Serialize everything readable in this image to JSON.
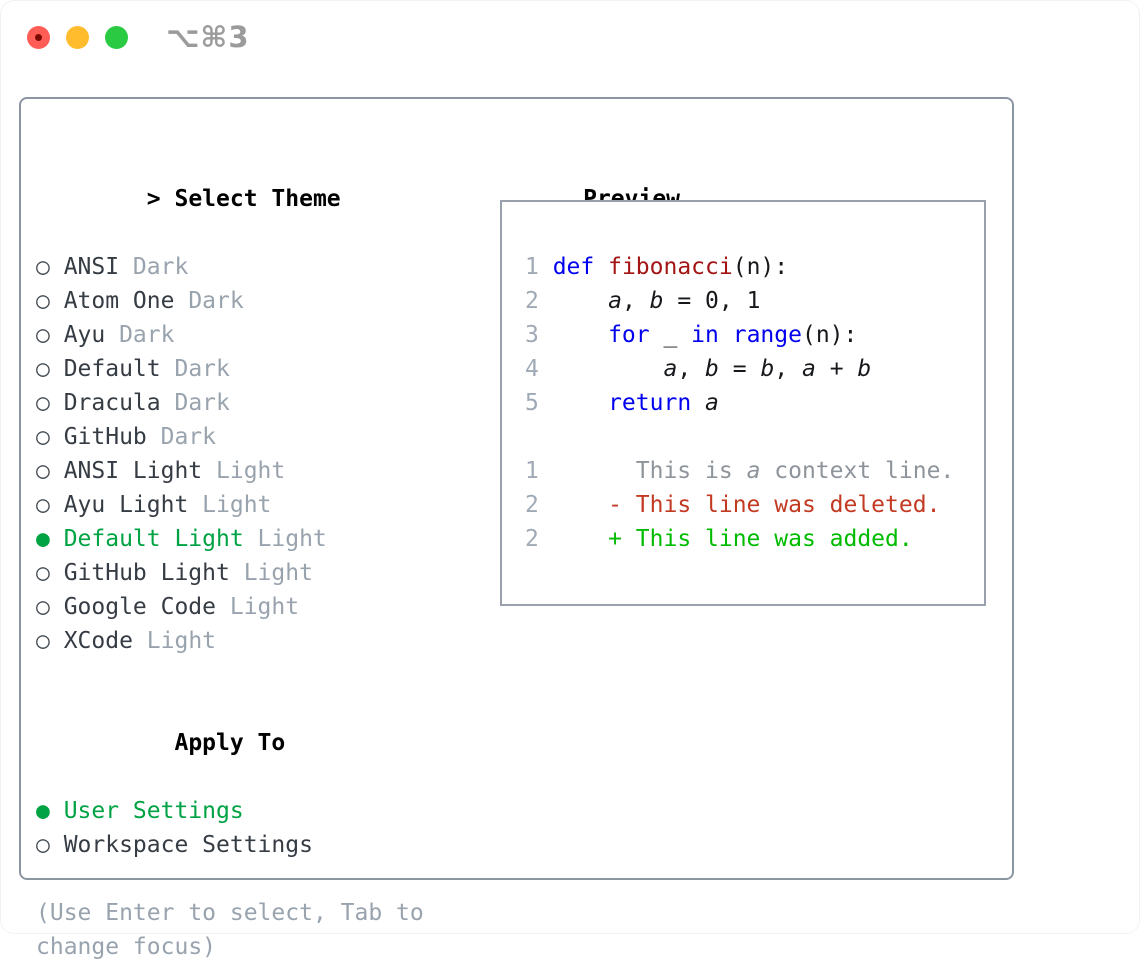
{
  "titlebar": {
    "shortcut": "⌥⌘3"
  },
  "colors": {
    "accent_green": "#00A343",
    "keyword_blue": "#0000EE",
    "function_red": "#A31515",
    "context_gray": "#8E949B",
    "deleted_red": "#C23A22",
    "added_green": "#00BB00",
    "line_number_gray": "#A0AAB6",
    "muted_gray": "#99A3AE",
    "text_dark": "#363C44",
    "border_gray": "#8C96A2",
    "traffic_red": "#FF5D55",
    "traffic_yellow": "#FFBD2E",
    "traffic_green": "#2ACB42"
  },
  "theme_panel": {
    "header": {
      "marker": ">",
      "label": "Select Theme"
    },
    "items": [
      {
        "name": "ANSI",
        "variant": "Dark",
        "selected": false
      },
      {
        "name": "Atom One",
        "variant": "Dark",
        "selected": false
      },
      {
        "name": "Ayu",
        "variant": "Dark",
        "selected": false
      },
      {
        "name": "Default",
        "variant": "Dark",
        "selected": false
      },
      {
        "name": "Dracula",
        "variant": "Dark",
        "selected": false
      },
      {
        "name": "GitHub",
        "variant": "Dark",
        "selected": false
      },
      {
        "name": "ANSI Light",
        "variant": "Light",
        "selected": false
      },
      {
        "name": "Ayu Light",
        "variant": "Light",
        "selected": false
      },
      {
        "name": "Default Light",
        "variant": "Light",
        "selected": true
      },
      {
        "name": "GitHub Light",
        "variant": "Light",
        "selected": false
      },
      {
        "name": "Google Code",
        "variant": "Light",
        "selected": false
      },
      {
        "name": "XCode",
        "variant": "Light",
        "selected": false
      }
    ],
    "apply_to": {
      "label": "Apply To",
      "options": [
        {
          "name": "User Settings",
          "selected": true
        },
        {
          "name": "Workspace Settings",
          "selected": false
        }
      ]
    },
    "hint": "(Use Enter to select, Tab to change focus)"
  },
  "preview": {
    "label": "Preview",
    "lines": [
      {
        "num": "1",
        "tokens": [
          {
            "t": "def",
            "c": "kw"
          },
          {
            "t": " "
          },
          {
            "t": "fibonacci",
            "c": "fn"
          },
          {
            "t": "(n):"
          }
        ]
      },
      {
        "num": "2",
        "tokens": [
          {
            "t": "    "
          },
          {
            "t": "a",
            "c": "id"
          },
          {
            "t": ", "
          },
          {
            "t": "b",
            "c": "id"
          },
          {
            "t": " = 0, 1"
          }
        ]
      },
      {
        "num": "3",
        "tokens": [
          {
            "t": "    "
          },
          {
            "t": "for",
            "c": "kw"
          },
          {
            "t": " _ "
          },
          {
            "t": "in",
            "c": "kw"
          },
          {
            "t": " "
          },
          {
            "t": "range",
            "c": "kw"
          },
          {
            "t": "(n):"
          }
        ]
      },
      {
        "num": "4",
        "tokens": [
          {
            "t": "        "
          },
          {
            "t": "a",
            "c": "id"
          },
          {
            "t": ", "
          },
          {
            "t": "b",
            "c": "id"
          },
          {
            "t": " = "
          },
          {
            "t": "b",
            "c": "id"
          },
          {
            "t": ", "
          },
          {
            "t": "a",
            "c": "id"
          },
          {
            "t": " + "
          },
          {
            "t": "b",
            "c": "id"
          }
        ]
      },
      {
        "num": "5",
        "tokens": [
          {
            "t": "    "
          },
          {
            "t": "return",
            "c": "kw"
          },
          {
            "t": " "
          },
          {
            "t": "a",
            "c": "id"
          }
        ]
      },
      {
        "num": "",
        "tokens": []
      },
      {
        "num": "1",
        "tokens": [
          {
            "t": "      This is ",
            "c": "ctx"
          },
          {
            "t": "a",
            "c": "ctxi"
          },
          {
            "t": " context line.",
            "c": "ctx"
          }
        ]
      },
      {
        "num": "2",
        "tokens": [
          {
            "t": "    "
          },
          {
            "t": "- This line was deleted.",
            "c": "del"
          }
        ]
      },
      {
        "num": "2",
        "tokens": [
          {
            "t": "    "
          },
          {
            "t": "+ This line was added.",
            "c": "add"
          }
        ]
      }
    ]
  }
}
